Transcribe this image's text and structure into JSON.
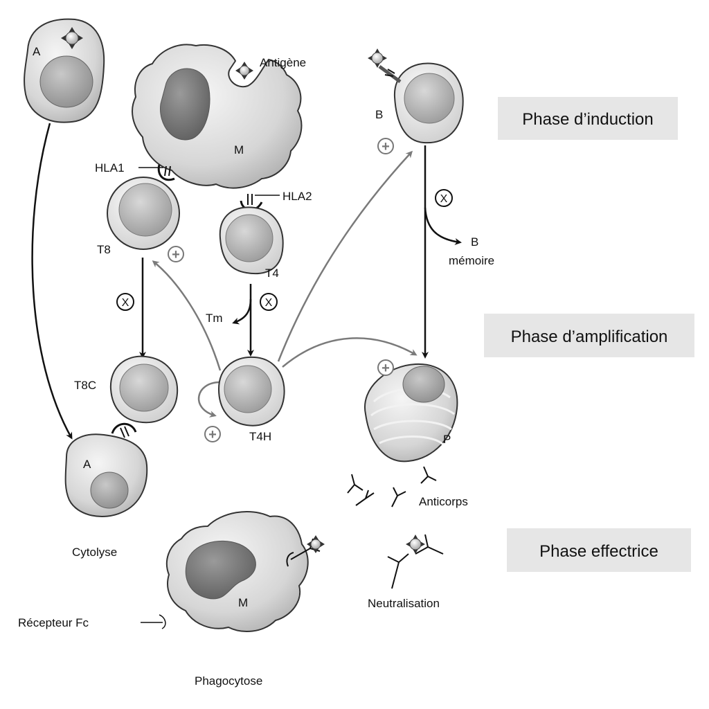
{
  "phases": {
    "induction": "Phase d’induction",
    "amplification": "Phase d’amplification",
    "effectrice": "Phase effectrice"
  },
  "labels": {
    "cell_a_top": "A",
    "cell_a_bottom": "A",
    "macrophage_top": "M",
    "macrophage_bottom": "M",
    "antigene": "Antigène",
    "hla1": "HLA1",
    "hla2": "HLA2",
    "t8": "T8",
    "t4": "T4",
    "tm": "Tm",
    "t8c": "T8C",
    "t4h": "T4H",
    "b": "B",
    "b_memoire_b": "B",
    "b_memoire_word": "mémoire",
    "p": "P",
    "anticorps": "Anticorps",
    "cytolyse": "Cytolyse",
    "neutralisation": "Neutralisation",
    "recepteur_fc": "Récepteur Fc",
    "phagocytose": "Phagocytose"
  },
  "symbols": {
    "plus": "+",
    "multiply": "X"
  },
  "colors": {
    "gray_arrow": "#7a7a7a",
    "black_arrow": "#111111",
    "phase_box": "#e6e6e6",
    "cell_fill": "#d9d9d9",
    "nucleus": "#a8a8a8",
    "macrophage_nucleus": "#7c7c7c"
  }
}
